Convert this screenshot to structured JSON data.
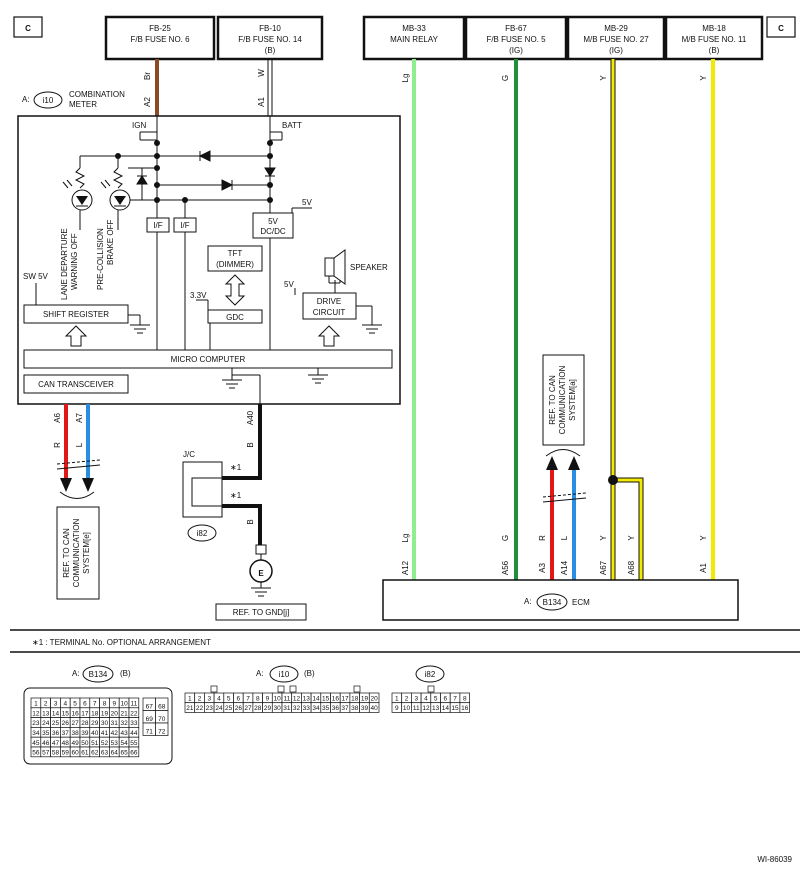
{
  "corner_marks": [
    "C",
    "C"
  ],
  "fuses": [
    {
      "id": "FB-25",
      "name": "F/B FUSE NO. 6",
      "sub": ""
    },
    {
      "id": "FB-10",
      "name": "F/B FUSE NO. 14",
      "sub": "(B)"
    },
    {
      "id": "MB-33",
      "name": "MAIN RELAY",
      "sub": ""
    },
    {
      "id": "FB-67",
      "name": "F/B FUSE NO. 5",
      "sub": "(IG)"
    },
    {
      "id": "MB-29",
      "name": "M/B FUSE NO. 27",
      "sub": "(IG)"
    },
    {
      "id": "MB-18",
      "name": "M/B FUSE NO. 11",
      "sub": "(B)"
    }
  ],
  "meter": {
    "prefix": "A:",
    "connector": "i10",
    "title": "COMBINATION",
    "title2": "METER"
  },
  "meter_labels": {
    "ign": "IGN",
    "batt": "BATT",
    "if1": "I/F",
    "if2": "I/F",
    "dcdc1": "5V",
    "dcdc2": "DC/DC",
    "v5": "5V",
    "tft1": "TFT",
    "tft2": "(DIMMER)",
    "gdc": "GDC",
    "v33": "3.3V",
    "speaker": "SPEAKER",
    "v5b": "5V",
    "drive1": "DRIVE",
    "drive2": "CIRCUIT",
    "sw5v": "SW 5V",
    "shift": "SHIFT REGISTER",
    "micro": "MICRO COMPUTER",
    "can": "CAN TRANSCEIVER",
    "lane1": "LANE DEPARTURE",
    "lane2": "WARNING OFF",
    "pre1": "PRE-COLLISION",
    "pre2": "BRAKE OFF"
  },
  "wires": {
    "a2_color": "Br",
    "a2_pin": "A2",
    "a1_color": "W",
    "a1_pin": "A1",
    "a6_pin": "A6",
    "a6_color": "R",
    "a7_pin": "A7",
    "a7_color": "L",
    "a40_pin": "A40",
    "a40_color": "B",
    "jc_color": "B",
    "lg_top": "Lg",
    "g_top": "G",
    "y29_top": "Y",
    "y18_top": "Y",
    "a12_color": "Lg",
    "a12_pin": "A12",
    "a56_color": "G",
    "a56_pin": "A56",
    "a3_color": "R",
    "a3_pin": "A3",
    "a14_color": "L",
    "a14_pin": "A14",
    "a67_color": "Y",
    "a67_pin": "A67",
    "a68_color": "Y",
    "a68_pin": "A68",
    "a1e_color": "Y",
    "a1e_pin": "A1"
  },
  "refs": {
    "can_left": [
      "REF. TO CAN",
      "COMMUNICATION",
      "SYSTEM[e]"
    ],
    "can_right": [
      "REF. TO CAN",
      "COMMUNICATION",
      "SYSTEM[a]"
    ],
    "gnd": "REF. TO GND[j]"
  },
  "jc": {
    "label": "J/C",
    "star1": "∗1",
    "star2": "∗1",
    "connector": "i82",
    "ground": "E"
  },
  "ecm": {
    "prefix": "A:",
    "connector": "B134",
    "name": "ECM"
  },
  "note": "∗1  : TERMINAL No. OPTIONAL ARRANGEMENT",
  "connectors": {
    "b134": {
      "prefix": "A:",
      "name": "B134",
      "suffix": "(B)",
      "rows": [
        [
          "1",
          "2",
          "3",
          "4",
          "5",
          "6",
          "7",
          "8",
          "9",
          "10",
          "11"
        ],
        [
          "12",
          "13",
          "14",
          "15",
          "16",
          "17",
          "18",
          "19",
          "20",
          "21",
          "22"
        ],
        [
          "23",
          "24",
          "25",
          "26",
          "27",
          "28",
          "29",
          "30",
          "31",
          "32",
          "33"
        ],
        [
          "34",
          "35",
          "36",
          "37",
          "38",
          "39",
          "40",
          "41",
          "42",
          "43",
          "44"
        ],
        [
          "45",
          "46",
          "47",
          "48",
          "49",
          "50",
          "51",
          "52",
          "53",
          "54",
          "55"
        ],
        [
          "56",
          "57",
          "58",
          "59",
          "60",
          "61",
          "62",
          "63",
          "64",
          "65",
          "66"
        ]
      ],
      "side": [
        [
          "67",
          "68"
        ],
        [
          "69",
          "70"
        ],
        [
          "71",
          "72"
        ]
      ]
    },
    "i10": {
      "prefix": "A:",
      "name": "i10",
      "suffix": "(B)",
      "rows": [
        [
          "1",
          "2",
          "3",
          "4",
          "5",
          "6",
          "7",
          "8",
          "9",
          "10",
          "11",
          "12",
          "13",
          "14",
          "15",
          "16",
          "17",
          "18",
          "19",
          "20"
        ],
        [
          "21",
          "22",
          "23",
          "24",
          "25",
          "26",
          "27",
          "28",
          "29",
          "30",
          "31",
          "32",
          "33",
          "34",
          "35",
          "36",
          "37",
          "38",
          "39",
          "40"
        ]
      ]
    },
    "i82": {
      "name": "i82",
      "rows": [
        [
          "1",
          "2",
          "3",
          "4",
          "5",
          "6",
          "7",
          "8"
        ],
        [
          "9",
          "10",
          "11",
          "12",
          "13",
          "14",
          "15",
          "16"
        ]
      ]
    }
  },
  "figure_id": "WI-86039",
  "colors": {
    "brown": "#8b4a26",
    "lightgreen": "#90ee90",
    "green": "#1e8f3a",
    "yellow": "#f2ea00",
    "red": "#e01818",
    "blue": "#2a8ee0",
    "black": "#111111"
  }
}
